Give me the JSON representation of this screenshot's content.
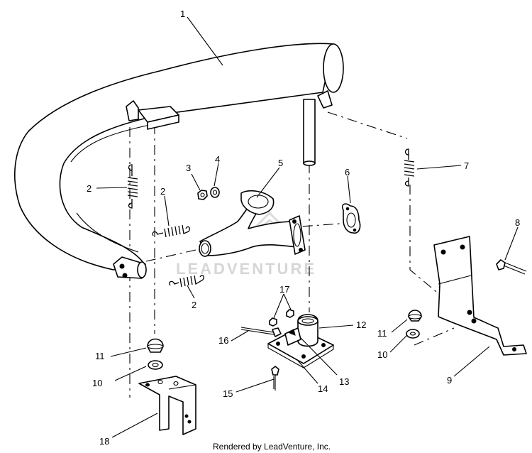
{
  "diagram": {
    "callouts": [
      {
        "id": "c1",
        "label": "1"
      },
      {
        "id": "c2a",
        "label": "2"
      },
      {
        "id": "c2b",
        "label": "2"
      },
      {
        "id": "c2c",
        "label": "2"
      },
      {
        "id": "c3",
        "label": "3"
      },
      {
        "id": "c4",
        "label": "4"
      },
      {
        "id": "c5",
        "label": "5"
      },
      {
        "id": "c6",
        "label": "6"
      },
      {
        "id": "c7",
        "label": "7"
      },
      {
        "id": "c8",
        "label": "8"
      },
      {
        "id": "c9",
        "label": "9"
      },
      {
        "id": "c10a",
        "label": "10"
      },
      {
        "id": "c10b",
        "label": "10"
      },
      {
        "id": "c11a",
        "label": "11"
      },
      {
        "id": "c11b",
        "label": "11"
      },
      {
        "id": "c12",
        "label": "12"
      },
      {
        "id": "c13",
        "label": "13"
      },
      {
        "id": "c14",
        "label": "14"
      },
      {
        "id": "c15",
        "label": "15"
      },
      {
        "id": "c16",
        "label": "16"
      },
      {
        "id": "c17",
        "label": "17"
      },
      {
        "id": "c18",
        "label": "18"
      }
    ],
    "watermark": "LEADVENTURE",
    "footer": "Rendered by LeadVenture, Inc."
  }
}
